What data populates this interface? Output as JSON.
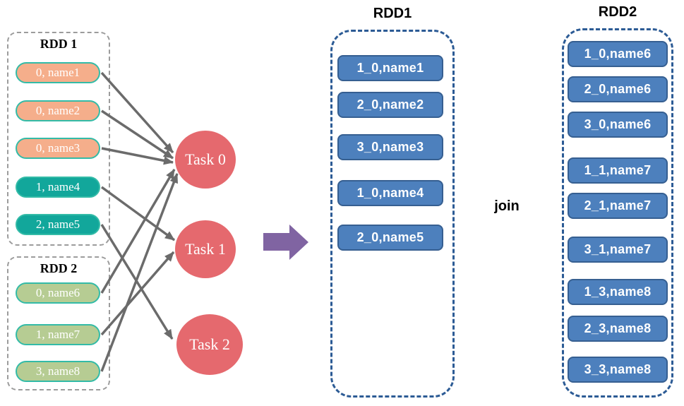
{
  "colors": {
    "pill-orange": "#F5AE8B",
    "pill-teal": "#12A79B",
    "pill-green": "#B6CC93",
    "pill-border": "#33BBA7",
    "task-red": "#E5696E",
    "box-blue": "#4D80BD",
    "box-blue-border": "#365F91",
    "dash-blue": "#2C5B95",
    "dash-gray": "#9C9C9C",
    "arrow-gray": "#6B6B6B",
    "purple": "#8064A2"
  },
  "left": {
    "rdd1": {
      "title": "RDD 1",
      "records": [
        {
          "label": "0, name1",
          "color": "orange"
        },
        {
          "label": "0, name2",
          "color": "orange"
        },
        {
          "label": "0, name3",
          "color": "orange"
        },
        {
          "label": "1, name4",
          "color": "teal"
        },
        {
          "label": "2, name5",
          "color": "teal"
        }
      ]
    },
    "rdd2": {
      "title": "RDD 2",
      "records": [
        {
          "label": "0, name6",
          "color": "green"
        },
        {
          "label": "1, name7",
          "color": "green"
        },
        {
          "label": "3, name8",
          "color": "green"
        }
      ]
    },
    "tasks": [
      {
        "label": "Task 0"
      },
      {
        "label": "Task 1"
      },
      {
        "label": "Task 2"
      }
    ],
    "edges": [
      {
        "from": "0, name1",
        "to": "Task 0"
      },
      {
        "from": "0, name2",
        "to": "Task 0"
      },
      {
        "from": "0, name3",
        "to": "Task 0"
      },
      {
        "from": "1, name4",
        "to": "Task 1"
      },
      {
        "from": "2, name5",
        "to": "Task 2"
      },
      {
        "from": "0, name6",
        "to": "Task 0"
      },
      {
        "from": "1, name7",
        "to": "Task 1"
      },
      {
        "from": "3, name8",
        "to": "Task 0"
      }
    ]
  },
  "join_label": "join",
  "right": {
    "rdd1": {
      "title": "RDD1",
      "records": [
        "1_0,name1",
        "2_0,name2",
        "3_0,name3",
        "1_0,name4",
        "2_0,name5"
      ]
    },
    "rdd2": {
      "title": "RDD2",
      "records": [
        "1_0,name6",
        "2_0,name6",
        "3_0,name6",
        "1_1,name7",
        "2_1,name7",
        "3_1,name7",
        "1_3,name8",
        "2_3,name8",
        "3_3,name8"
      ]
    }
  }
}
